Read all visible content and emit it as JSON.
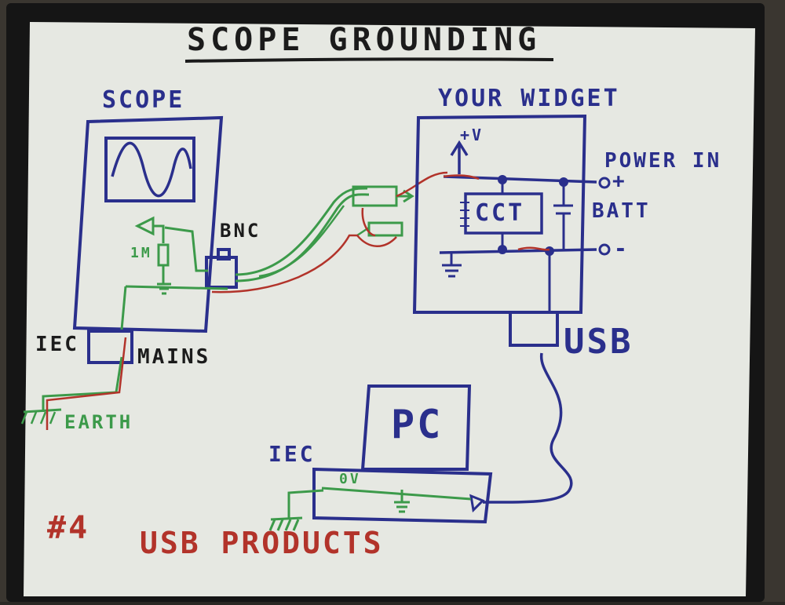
{
  "board": {
    "title": "SCOPE GROUNDING",
    "footer_number": "#4",
    "footer_text": "USB PRODUCTS"
  },
  "scope": {
    "label": "SCOPE",
    "resistor_label": "1M",
    "bnc_label": "BNC",
    "iec_label": "IEC",
    "mains_label": "MAINS"
  },
  "earth": {
    "label": "EARTH"
  },
  "widget": {
    "label": "YOUR WIDGET",
    "rail_label": "+V",
    "circuit_label": "CCT",
    "power_in_label": "POWER IN",
    "plus_label": "+",
    "batt_label": "BATT",
    "minus_label": "-",
    "usb_label": "USB"
  },
  "pc": {
    "label": "PC",
    "iec_label": "IEC",
    "zero_v_label": "0V"
  },
  "colors": {
    "board_white": "#e7e9e4",
    "frame_black": "#111111",
    "marker_blue": "#2a2f8c",
    "marker_green": "#3c9a4a",
    "marker_red": "#b2332a",
    "ink_black": "#1b1b1b"
  }
}
